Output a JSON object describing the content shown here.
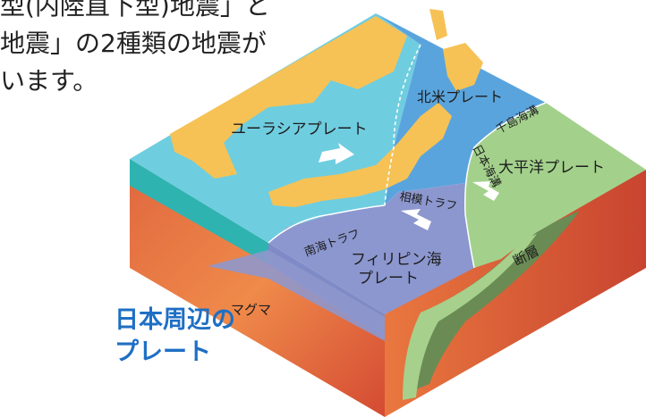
{
  "intro_text": {
    "line1": "型(内陸直下型)地震」と",
    "line2": "地震」の2種類の地震が",
    "line3": "います。"
  },
  "plates": {
    "eurasian": "ユーラシアプレート",
    "north_american": "北米プレート",
    "pacific": "大平洋プレート",
    "philippine_line1": "フィリピン海",
    "philippine_line2": "プレート"
  },
  "trenches": {
    "kuril": "千島海溝",
    "japan": "日本海溝",
    "sagami": "相模トラフ",
    "nankai": "南海トラフ"
  },
  "layers": {
    "magma": "マグマ",
    "fault": "断層"
  },
  "caption": {
    "line1": "日本周辺の",
    "line2": "プレート"
  },
  "colors": {
    "eurasian_plate": "#6fcde0",
    "north_american_plate": "#5aa4dd",
    "pacific_plate": "#a3d18c",
    "philippine_plate": "#8c97cf",
    "land": "#f6c255",
    "mantle": "#e8603a",
    "caption_text": "#1e6fc4"
  }
}
